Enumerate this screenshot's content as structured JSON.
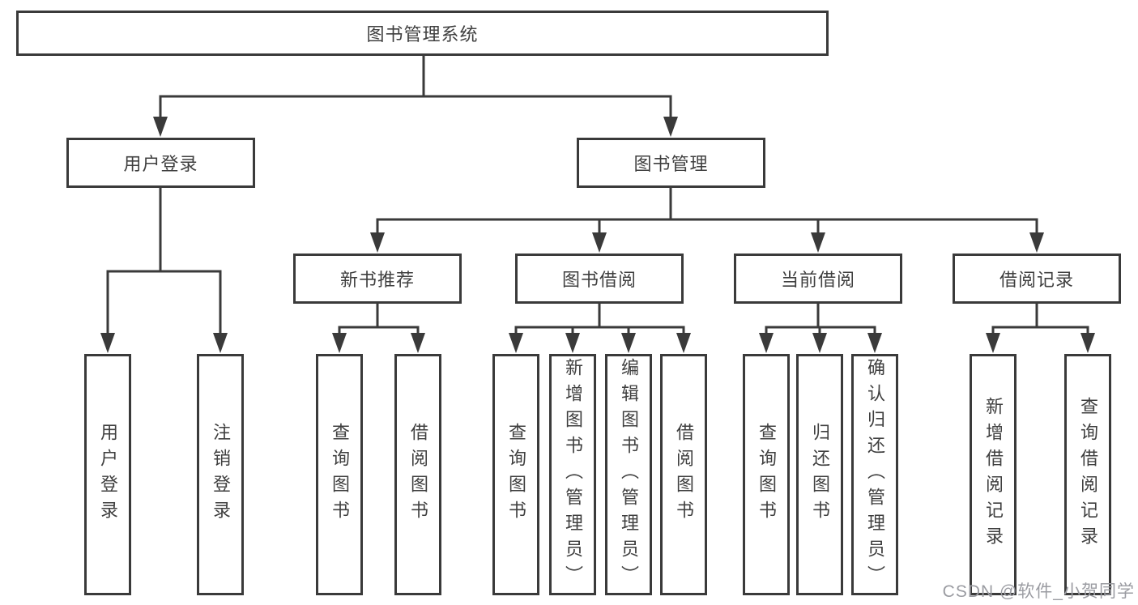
{
  "diagram": {
    "title": "图书管理系统",
    "nodes": [
      {
        "id": "library-system",
        "label": "图书管理系统",
        "parent": null,
        "text_direction": "horizontal"
      },
      {
        "id": "user-login-branch",
        "label": "用户登录",
        "parent": "library-system",
        "text_direction": "horizontal"
      },
      {
        "id": "book-management",
        "label": "图书管理",
        "parent": "library-system",
        "text_direction": "horizontal"
      },
      {
        "id": "new-book-recommend",
        "label": "新书推荐",
        "parent": "book-management",
        "text_direction": "horizontal"
      },
      {
        "id": "book-borrowing",
        "label": "图书借阅",
        "parent": "book-management",
        "text_direction": "horizontal"
      },
      {
        "id": "current-borrowing",
        "label": "当前借阅",
        "parent": "book-management",
        "text_direction": "horizontal"
      },
      {
        "id": "borrowing-records",
        "label": "借阅记录",
        "parent": "book-management",
        "text_direction": "horizontal"
      },
      {
        "id": "user-login",
        "label": "用户登录",
        "parent": "user-login-branch",
        "text_direction": "vertical"
      },
      {
        "id": "logout-login",
        "label": "注销登录",
        "parent": "user-login-branch",
        "text_direction": "vertical"
      },
      {
        "id": "recommend-query-books",
        "label": "查询图书",
        "parent": "new-book-recommend",
        "text_direction": "vertical"
      },
      {
        "id": "recommend-borrow-books",
        "label": "借阅图书",
        "parent": "new-book-recommend",
        "text_direction": "vertical"
      },
      {
        "id": "borrowing-query-books",
        "label": "查询图书",
        "parent": "book-borrowing",
        "text_direction": "vertical"
      },
      {
        "id": "borrowing-add-books-admin",
        "label": "新增图书（管理员）",
        "parent": "book-borrowing",
        "text_direction": "vertical"
      },
      {
        "id": "borrowing-edit-books-admin",
        "label": "编辑图书（管理员）",
        "parent": "book-borrowing",
        "text_direction": "vertical"
      },
      {
        "id": "borrowing-borrow-books",
        "label": "借阅图书",
        "parent": "book-borrowing",
        "text_direction": "vertical"
      },
      {
        "id": "current-query-books",
        "label": "查询图书",
        "parent": "current-borrowing",
        "text_direction": "vertical"
      },
      {
        "id": "current-return-books",
        "label": "归还图书",
        "parent": "current-borrowing",
        "text_direction": "vertical"
      },
      {
        "id": "current-confirm-return-admin",
        "label": "确认归还（管理员）",
        "parent": "current-borrowing",
        "text_direction": "vertical"
      },
      {
        "id": "records-add-record",
        "label": "新增借阅记录",
        "parent": "borrowing-records",
        "text_direction": "vertical"
      },
      {
        "id": "records-query-record",
        "label": "查询借阅记录",
        "parent": "borrowing-records",
        "text_direction": "vertical"
      }
    ],
    "colors": {
      "line": "#3a3a3a",
      "box_border": "#3a3a3a",
      "text": "#3f3f3f",
      "watermark": "#9b9ca2",
      "background": "#ffffff"
    }
  },
  "watermark": {
    "text": "CSDN @软件_小贺同学"
  }
}
